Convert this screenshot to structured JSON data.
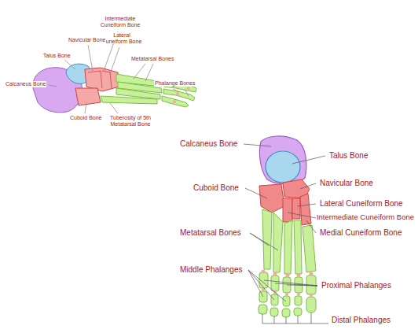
{
  "diagram": {
    "labels": [
      "Intermediate Cuneiform Bone",
      "Lateral Cuneiform Bone",
      "Navicular Bone",
      "Talus Bone",
      "Metatarsal Bones",
      "Phalange Bones",
      "Calcaneus Bone",
      "Cuboid Bone",
      "Tuberosity of 5th Metatarsal Bone",
      "Calcaneus Bone",
      "Talus Bone",
      "Cuboid Bone",
      "Navicular Bone",
      "Lateral Cuneiform Bone",
      "Intermediate Cuneiform Bone",
      "Medial Cuneiform Bone",
      "Metatarsal Bones",
      "Middle Phalanges",
      "Proximal Phalanges",
      "Distal Phalanges"
    ]
  }
}
